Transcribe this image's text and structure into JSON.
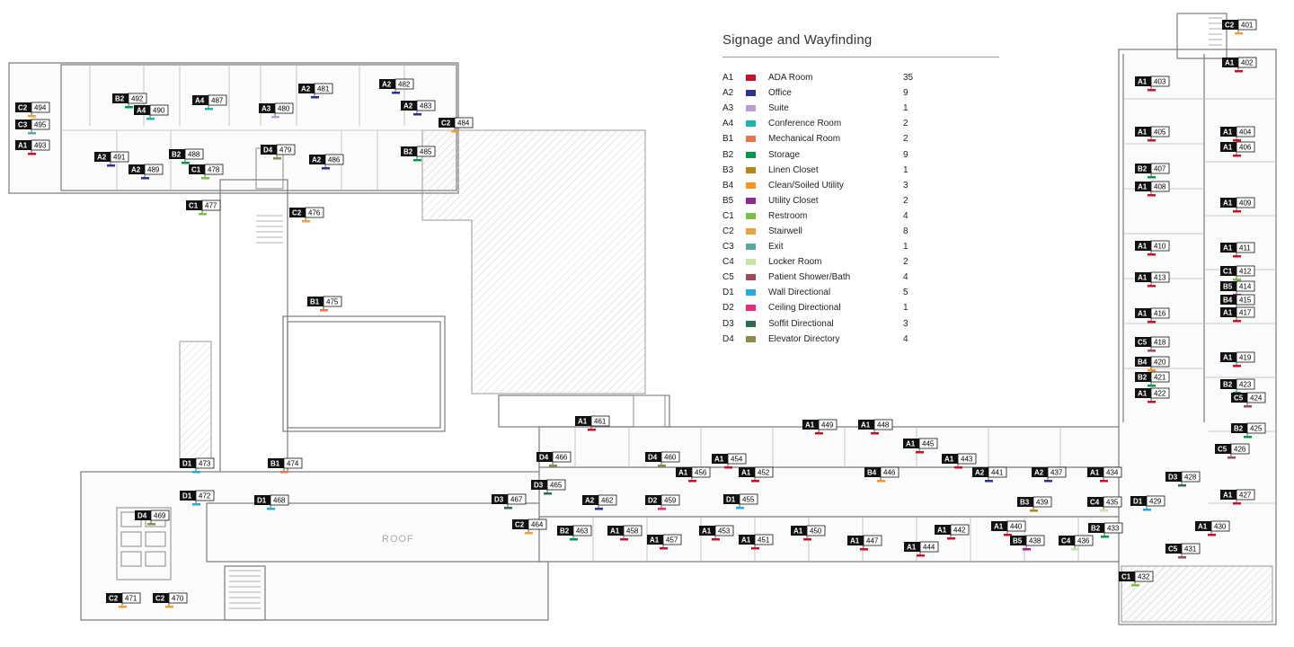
{
  "legend": {
    "title": "Signage and Wayfinding",
    "items": [
      {
        "code": "A1",
        "label": "ADA Room",
        "count": "35",
        "color": "#c8102e"
      },
      {
        "code": "A2",
        "label": "Office",
        "count": "9",
        "color": "#2e3192"
      },
      {
        "code": "A3",
        "label": "Suite",
        "count": "1",
        "color": "#b9a0d4"
      },
      {
        "code": "A4",
        "label": "Conference Room",
        "count": "2",
        "color": "#1fb3ac"
      },
      {
        "code": "B1",
        "label": "Mechanical Room",
        "count": "2",
        "color": "#e6784a"
      },
      {
        "code": "B2",
        "label": "Storage",
        "count": "9",
        "color": "#009a4e"
      },
      {
        "code": "B3",
        "label": "Linen Closet",
        "count": "1",
        "color": "#b5851c"
      },
      {
        "code": "B4",
        "label": "Clean/Soiled Utility",
        "count": "3",
        "color": "#f7941d"
      },
      {
        "code": "B5",
        "label": "Utility Closet",
        "count": "2",
        "color": "#92278f"
      },
      {
        "code": "C1",
        "label": "Restroom",
        "count": "4",
        "color": "#7ac143"
      },
      {
        "code": "C2",
        "label": "Stairwell",
        "count": "8",
        "color": "#e8a33d"
      },
      {
        "code": "C3",
        "label": "Exit",
        "count": "1",
        "color": "#5aa9a0"
      },
      {
        "code": "C4",
        "label": "Locker Room",
        "count": "2",
        "color": "#c9e4a8"
      },
      {
        "code": "C5",
        "label": "Patient Shower/Bath",
        "count": "4",
        "color": "#9e4a5e"
      },
      {
        "code": "D1",
        "label": "Wall Directional",
        "count": "5",
        "color": "#27aae1"
      },
      {
        "code": "D2",
        "label": "Ceiling Directional",
        "count": "1",
        "color": "#ec2a7b"
      },
      {
        "code": "D3",
        "label": "Soffit Directional",
        "count": "3",
        "color": "#2f6b4f"
      },
      {
        "code": "D4",
        "label": "Elevator Directory",
        "count": "4",
        "color": "#8c8c4a"
      }
    ]
  },
  "plan_labels": {
    "roof": "ROOF"
  },
  "tags": [
    {
      "code": "C2",
      "num": "401"
    },
    {
      "code": "A1",
      "num": "402"
    },
    {
      "code": "A1",
      "num": "403"
    },
    {
      "code": "A1",
      "num": "404"
    },
    {
      "code": "A1",
      "num": "405"
    },
    {
      "code": "A1",
      "num": "406"
    },
    {
      "code": "B2",
      "num": "407"
    },
    {
      "code": "A1",
      "num": "408"
    },
    {
      "code": "A1",
      "num": "409"
    },
    {
      "code": "A1",
      "num": "410"
    },
    {
      "code": "A1",
      "num": "411"
    },
    {
      "code": "C1",
      "num": "412"
    },
    {
      "code": "A1",
      "num": "413"
    },
    {
      "code": "B5",
      "num": "414"
    },
    {
      "code": "B4",
      "num": "415"
    },
    {
      "code": "A1",
      "num": "416"
    },
    {
      "code": "A1",
      "num": "417"
    },
    {
      "code": "C5",
      "num": "418"
    },
    {
      "code": "A1",
      "num": "419"
    },
    {
      "code": "B4",
      "num": "420"
    },
    {
      "code": "B2",
      "num": "421"
    },
    {
      "code": "A1",
      "num": "422"
    },
    {
      "code": "B2",
      "num": "423"
    },
    {
      "code": "C5",
      "num": "424"
    },
    {
      "code": "B2",
      "num": "425"
    },
    {
      "code": "C5",
      "num": "426"
    },
    {
      "code": "A1",
      "num": "427"
    },
    {
      "code": "D3",
      "num": "428"
    },
    {
      "code": "D1",
      "num": "429"
    },
    {
      "code": "A1",
      "num": "430"
    },
    {
      "code": "C5",
      "num": "431"
    },
    {
      "code": "C1",
      "num": "432"
    },
    {
      "code": "B2",
      "num": "433"
    },
    {
      "code": "A1",
      "num": "434"
    },
    {
      "code": "C4",
      "num": "435"
    },
    {
      "code": "C4",
      "num": "436"
    },
    {
      "code": "A2",
      "num": "437"
    },
    {
      "code": "B5",
      "num": "438"
    },
    {
      "code": "B3",
      "num": "439"
    },
    {
      "code": "A1",
      "num": "440"
    },
    {
      "code": "A2",
      "num": "441"
    },
    {
      "code": "A1",
      "num": "442"
    },
    {
      "code": "A1",
      "num": "443"
    },
    {
      "code": "A1",
      "num": "444"
    },
    {
      "code": "A1",
      "num": "445"
    },
    {
      "code": "B4",
      "num": "446"
    },
    {
      "code": "A1",
      "num": "447"
    },
    {
      "code": "A1",
      "num": "448"
    },
    {
      "code": "A1",
      "num": "449"
    },
    {
      "code": "A1",
      "num": "450"
    },
    {
      "code": "A1",
      "num": "451"
    },
    {
      "code": "A1",
      "num": "452"
    },
    {
      "code": "A1",
      "num": "453"
    },
    {
      "code": "A1",
      "num": "454"
    },
    {
      "code": "D1",
      "num": "455"
    },
    {
      "code": "A1",
      "num": "456"
    },
    {
      "code": "A1",
      "num": "457"
    },
    {
      "code": "A1",
      "num": "458"
    },
    {
      "code": "D2",
      "num": "459"
    },
    {
      "code": "D4",
      "num": "460"
    },
    {
      "code": "A1",
      "num": "461"
    },
    {
      "code": "A2",
      "num": "462"
    },
    {
      "code": "B2",
      "num": "463"
    },
    {
      "code": "C2",
      "num": "464"
    },
    {
      "code": "D3",
      "num": "465"
    },
    {
      "code": "D4",
      "num": "466"
    },
    {
      "code": "D3",
      "num": "467"
    },
    {
      "code": "D1",
      "num": "468"
    },
    {
      "code": "D4",
      "num": "469"
    },
    {
      "code": "C2",
      "num": "470"
    },
    {
      "code": "C2",
      "num": "471"
    },
    {
      "code": "D1",
      "num": "472"
    },
    {
      "code": "D1",
      "num": "473"
    },
    {
      "code": "B1",
      "num": "474"
    },
    {
      "code": "B1",
      "num": "475"
    },
    {
      "code": "C2",
      "num": "476"
    },
    {
      "code": "C1",
      "num": "477"
    },
    {
      "code": "C1",
      "num": "478"
    },
    {
      "code": "D4",
      "num": "479"
    },
    {
      "code": "A3",
      "num": "480"
    },
    {
      "code": "A2",
      "num": "481"
    },
    {
      "code": "A2",
      "num": "482"
    },
    {
      "code": "A2",
      "num": "483"
    },
    {
      "code": "C2",
      "num": "484"
    },
    {
      "code": "B2",
      "num": "485"
    },
    {
      "code": "A2",
      "num": "486"
    },
    {
      "code": "A4",
      "num": "487"
    },
    {
      "code": "B2",
      "num": "488"
    },
    {
      "code": "A2",
      "num": "489"
    },
    {
      "code": "A4",
      "num": "490"
    },
    {
      "code": "A2",
      "num": "491"
    },
    {
      "code": "B2",
      "num": "492"
    },
    {
      "code": "A1",
      "num": "493"
    },
    {
      "code": "C2",
      "num": "494"
    },
    {
      "code": "C3",
      "num": "495"
    }
  ]
}
